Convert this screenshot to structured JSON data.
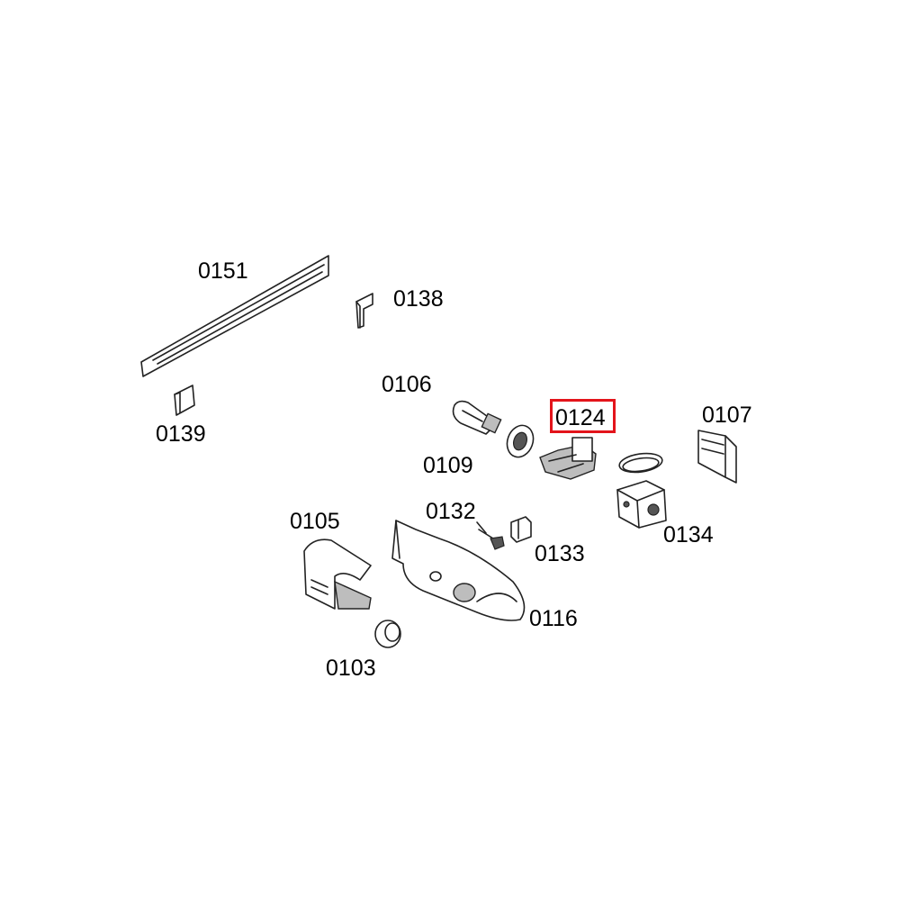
{
  "labels": {
    "p0151": "0151",
    "p0138": "0138",
    "p0139": "0139",
    "p0106": "0106",
    "p0124": "0124",
    "p0107": "0107",
    "p0109": "0109",
    "p0132": "0132",
    "p0133": "0133",
    "p0134": "0134",
    "p0105": "0105",
    "p0116": "0116",
    "p0103": "0103"
  },
  "highlighted_part": "0124",
  "highlight_color": "#e3141b"
}
